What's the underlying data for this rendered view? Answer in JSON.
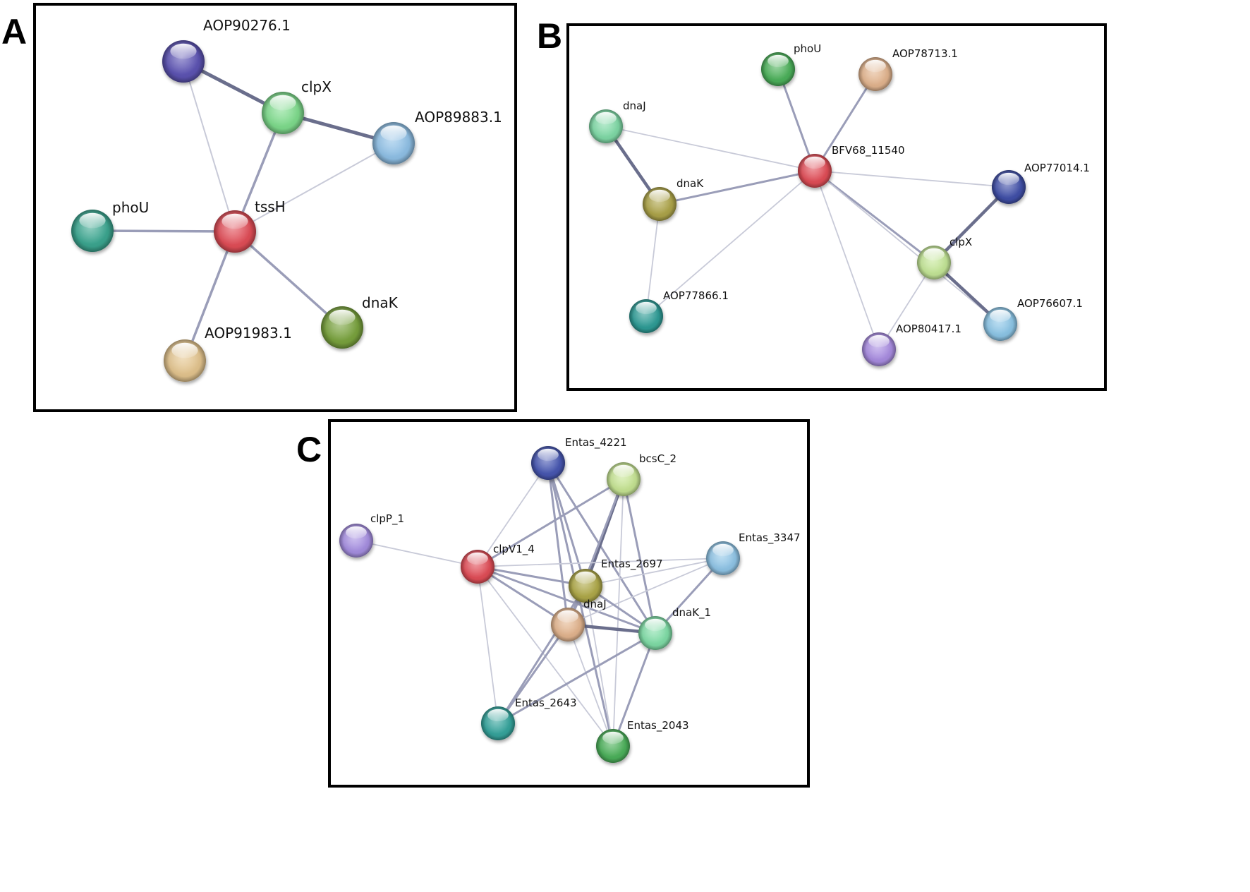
{
  "panels": [
    {
      "letter": "A",
      "nodes": [
        {
          "id": "AOP90276.1",
          "label": "AOP90276.1",
          "color": "#5b52b2"
        },
        {
          "id": "clpX",
          "label": "clpX",
          "color": "#7edb8c"
        },
        {
          "id": "AOP89883.1",
          "label": "AOP89883.1",
          "color": "#8fc0e6"
        },
        {
          "id": "phoU",
          "label": "phoU",
          "color": "#3aa58f"
        },
        {
          "id": "tssH",
          "label": "tssH",
          "color": "#e04d57"
        },
        {
          "id": "dnaK",
          "label": "dnaK",
          "color": "#79a23e"
        },
        {
          "id": "AOP91983.1",
          "label": "AOP91983.1",
          "color": "#e3c48e"
        }
      ],
      "edges": [
        {
          "source": "AOP90276.1",
          "target": "clpX",
          "weight": "strong"
        },
        {
          "source": "clpX",
          "target": "AOP89883.1",
          "weight": "strong"
        },
        {
          "source": "AOP90276.1",
          "target": "tssH",
          "weight": "light"
        },
        {
          "source": "clpX",
          "target": "tssH",
          "weight": "medium"
        },
        {
          "source": "AOP89883.1",
          "target": "tssH",
          "weight": "light"
        },
        {
          "source": "phoU",
          "target": "tssH",
          "weight": "medium"
        },
        {
          "source": "tssH",
          "target": "dnaK",
          "weight": "medium"
        },
        {
          "source": "tssH",
          "target": "AOP91983.1",
          "weight": "medium"
        }
      ]
    },
    {
      "letter": "B",
      "nodes": [
        {
          "id": "phoU",
          "label": "phoU",
          "color": "#4cb05a"
        },
        {
          "id": "AOP78713.1",
          "label": "AOP78713.1",
          "color": "#e2b48e"
        },
        {
          "id": "dnaJ",
          "label": "dnaJ",
          "color": "#7fd9a6"
        },
        {
          "id": "BFV68_11540",
          "label": "BFV68_11540",
          "color": "#e04d57"
        },
        {
          "id": "dnaK",
          "label": "dnaK",
          "color": "#aca348"
        },
        {
          "id": "AOP77014.1",
          "label": "AOP77014.1",
          "color": "#4150a8"
        },
        {
          "id": "clpX",
          "label": "clpX",
          "color": "#c3e596"
        },
        {
          "id": "AOP77866.1",
          "label": "AOP77866.1",
          "color": "#2f9c96"
        },
        {
          "id": "AOP76607.1",
          "label": "AOP76607.1",
          "color": "#8cc5e6"
        },
        {
          "id": "AOP80417.1",
          "label": "AOP80417.1",
          "color": "#a88ce0"
        }
      ],
      "edges": [
        {
          "source": "phoU",
          "target": "BFV68_11540",
          "weight": "medium"
        },
        {
          "source": "AOP78713.1",
          "target": "BFV68_11540",
          "weight": "medium"
        },
        {
          "source": "dnaJ",
          "target": "BFV68_11540",
          "weight": "light"
        },
        {
          "source": "dnaJ",
          "target": "dnaK",
          "weight": "strong"
        },
        {
          "source": "dnaK",
          "target": "BFV68_11540",
          "weight": "medium"
        },
        {
          "source": "dnaK",
          "target": "AOP77866.1",
          "weight": "light"
        },
        {
          "source": "AOP77866.1",
          "target": "BFV68_11540",
          "weight": "light"
        },
        {
          "source": "BFV68_11540",
          "target": "AOP77014.1",
          "weight": "light"
        },
        {
          "source": "BFV68_11540",
          "target": "clpX",
          "weight": "medium"
        },
        {
          "source": "BFV68_11540",
          "target": "AOP76607.1",
          "weight": "light"
        },
        {
          "source": "BFV68_11540",
          "target": "AOP80417.1",
          "weight": "light"
        },
        {
          "source": "clpX",
          "target": "AOP77014.1",
          "weight": "strong"
        },
        {
          "source": "clpX",
          "target": "AOP76607.1",
          "weight": "strong"
        },
        {
          "source": "clpX",
          "target": "AOP80417.1",
          "weight": "light"
        }
      ]
    },
    {
      "letter": "C",
      "nodes": [
        {
          "id": "Entas_4221",
          "label": "Entas_4221",
          "color": "#4656b0"
        },
        {
          "id": "bcsC_2",
          "label": "bcsC_2",
          "color": "#c5e392"
        },
        {
          "id": "clpP_1",
          "label": "clpP_1",
          "color": "#a58ee0"
        },
        {
          "id": "clpV1_4",
          "label": "clpV1_4",
          "color": "#e04d57"
        },
        {
          "id": "Entas_3347",
          "label": "Entas_3347",
          "color": "#8fc4e6"
        },
        {
          "id": "Entas_2697",
          "label": "Entas_2697",
          "color": "#aea848"
        },
        {
          "id": "dnaJ",
          "label": "dnaJ",
          "color": "#e2b48e"
        },
        {
          "id": "dnaK_1",
          "label": "dnaK_1",
          "color": "#7fdca6"
        },
        {
          "id": "Entas_2643",
          "label": "Entas_2643",
          "color": "#34a39b"
        },
        {
          "id": "Entas_2043",
          "label": "Entas_2043",
          "color": "#4cb05a"
        }
      ],
      "edges": [
        {
          "source": "clpP_1",
          "target": "clpV1_4",
          "weight": "light"
        },
        {
          "source": "Entas_4221",
          "target": "clpV1_4",
          "weight": "light"
        },
        {
          "source": "Entas_4221",
          "target": "Entas_2697",
          "weight": "medium"
        },
        {
          "source": "Entas_4221",
          "target": "dnaJ",
          "weight": "medium"
        },
        {
          "source": "Entas_4221",
          "target": "dnaK_1",
          "weight": "medium"
        },
        {
          "source": "Entas_4221",
          "target": "Entas_2043",
          "weight": "medium"
        },
        {
          "source": "bcsC_2",
          "target": "clpV1_4",
          "weight": "medium"
        },
        {
          "source": "bcsC_2",
          "target": "Entas_2697",
          "weight": "strong"
        },
        {
          "source": "bcsC_2",
          "target": "dnaJ",
          "weight": "medium"
        },
        {
          "source": "bcsC_2",
          "target": "dnaK_1",
          "weight": "medium"
        },
        {
          "source": "bcsC_2",
          "target": "Entas_2043",
          "weight": "light"
        },
        {
          "source": "clpV1_4",
          "target": "Entas_3347",
          "weight": "light"
        },
        {
          "source": "clpV1_4",
          "target": "Entas_2697",
          "weight": "medium"
        },
        {
          "source": "clpV1_4",
          "target": "dnaJ",
          "weight": "medium"
        },
        {
          "source": "clpV1_4",
          "target": "dnaK_1",
          "weight": "medium"
        },
        {
          "source": "clpV1_4",
          "target": "Entas_2643",
          "weight": "light"
        },
        {
          "source": "clpV1_4",
          "target": "Entas_2043",
          "weight": "light"
        },
        {
          "source": "Entas_3347",
          "target": "Entas_2697",
          "weight": "light"
        },
        {
          "source": "Entas_3347",
          "target": "dnaJ",
          "weight": "light"
        },
        {
          "source": "Entas_3347",
          "target": "dnaK_1",
          "weight": "medium"
        },
        {
          "source": "Entas_2697",
          "target": "dnaJ",
          "weight": "medium"
        },
        {
          "source": "Entas_2697",
          "target": "dnaK_1",
          "weight": "medium"
        },
        {
          "source": "Entas_2697",
          "target": "Entas_2643",
          "weight": "medium"
        },
        {
          "source": "Entas_2697",
          "target": "Entas_2043",
          "weight": "light"
        },
        {
          "source": "dnaJ",
          "target": "dnaK_1",
          "weight": "strong"
        },
        {
          "source": "dnaJ",
          "target": "Entas_2643",
          "weight": "medium"
        },
        {
          "source": "dnaJ",
          "target": "Entas_2043",
          "weight": "light"
        },
        {
          "source": "dnaK_1",
          "target": "Entas_2643",
          "weight": "medium"
        },
        {
          "source": "dnaK_1",
          "target": "Entas_2043",
          "weight": "medium"
        }
      ]
    }
  ],
  "edge_colors": {
    "strong": "#6a6e8c",
    "medium": "#9a9db8",
    "light": "#c8cad8"
  }
}
